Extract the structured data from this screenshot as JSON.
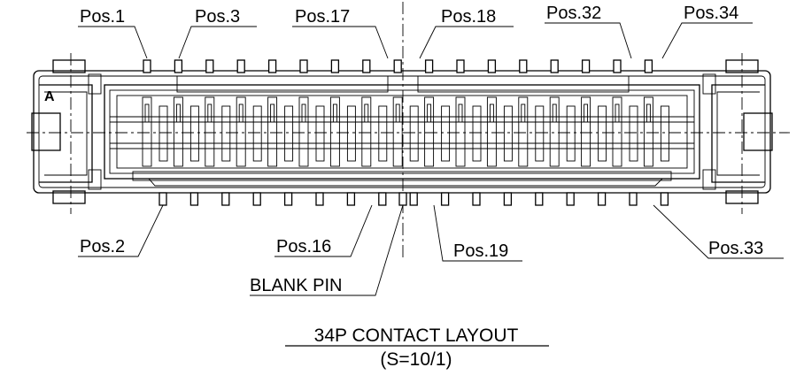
{
  "labels": {
    "pos1": "Pos.1",
    "pos3": "Pos.3",
    "pos17": "Pos.17",
    "pos18": "Pos.18",
    "pos32": "Pos.32",
    "pos34": "Pos.34",
    "pos2": "Pos.2",
    "pos16": "Pos.16",
    "pos19": "Pos.19",
    "pos33": "Pos.33",
    "blank_pin": "BLANK PIN",
    "corner_mark": "A"
  },
  "caption": {
    "title": "34P CONTACT LAYOUT",
    "scale": "(S=10/1)"
  }
}
